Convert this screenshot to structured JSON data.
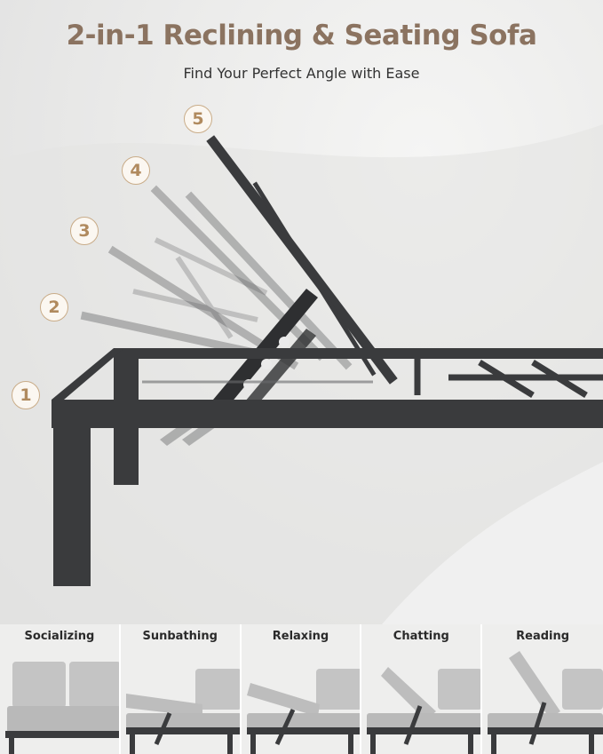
{
  "header": {
    "title": "2-in-1 Reclining & Seating Sofa",
    "subtitle": "Find Your Perfect Angle with Ease"
  },
  "steps": [
    "1",
    "2",
    "3",
    "4",
    "5"
  ],
  "panels": [
    {
      "label": "Socializing",
      "recline_level": 0
    },
    {
      "label": "Sunbathing",
      "recline_level": 1
    },
    {
      "label": "Relaxing",
      "recline_level": 2
    },
    {
      "label": "Chatting",
      "recline_level": 3
    },
    {
      "label": "Reading",
      "recline_level": 4
    }
  ],
  "colors": {
    "accent": "#8b7360",
    "badge_ring": "#c9ac88",
    "frame": "#3a3b3d",
    "cushion": "#bdbdbd"
  }
}
